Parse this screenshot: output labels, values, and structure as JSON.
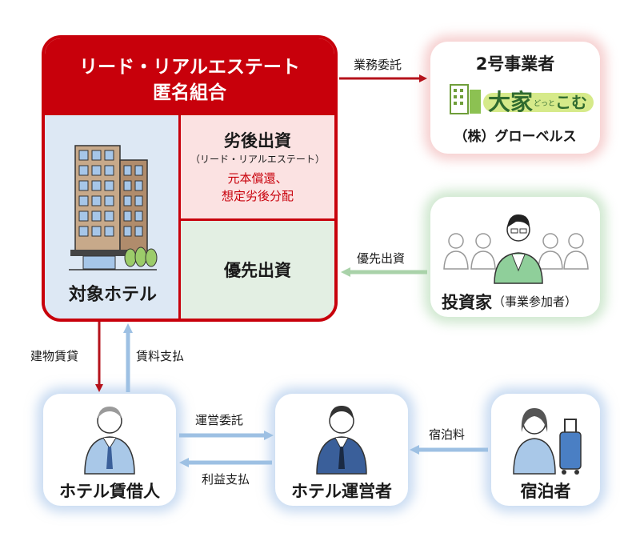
{
  "colors": {
    "red": "#c8000b",
    "red_light_bg": "#fbe2e2",
    "green_light_bg": "#e3efe3",
    "blue_light_bg": "#dde8f4",
    "blue_arrow": "#9dc0e3",
    "green_arrow": "#a9d2a9",
    "red_arrow": "#b5121b"
  },
  "fund": {
    "title_line1": "リード・リアルエステート",
    "title_line2": "匿名組合",
    "hotel_label": "対象ホテル",
    "subordinated": {
      "title": "劣後出資",
      "sub": "（リード・リアルエステート）",
      "note_line1": "元本償還、",
      "note_line2": "想定劣後分配"
    },
    "preferred": {
      "title": "優先出資"
    }
  },
  "operator2": {
    "title": "2号事業者",
    "brand_main": "大家",
    "brand_small": "どっと",
    "brand_end": "こむ",
    "company": "（株）グローベルス"
  },
  "investor": {
    "label_main": "投資家",
    "label_sub": "（事業参加者）"
  },
  "lessee": {
    "label": "ホテル賃借人"
  },
  "operator": {
    "label": "ホテル運営者"
  },
  "guest": {
    "label": "宿泊者"
  },
  "arrows": {
    "business_consign": "業務委託",
    "preferred_investment": "優先出資",
    "building_lease": "建物賃貸",
    "rent_payment": "賃料支払",
    "operation_consign": "運営委託",
    "profit_payment": "利益支払",
    "lodging_fee": "宿泊料"
  }
}
